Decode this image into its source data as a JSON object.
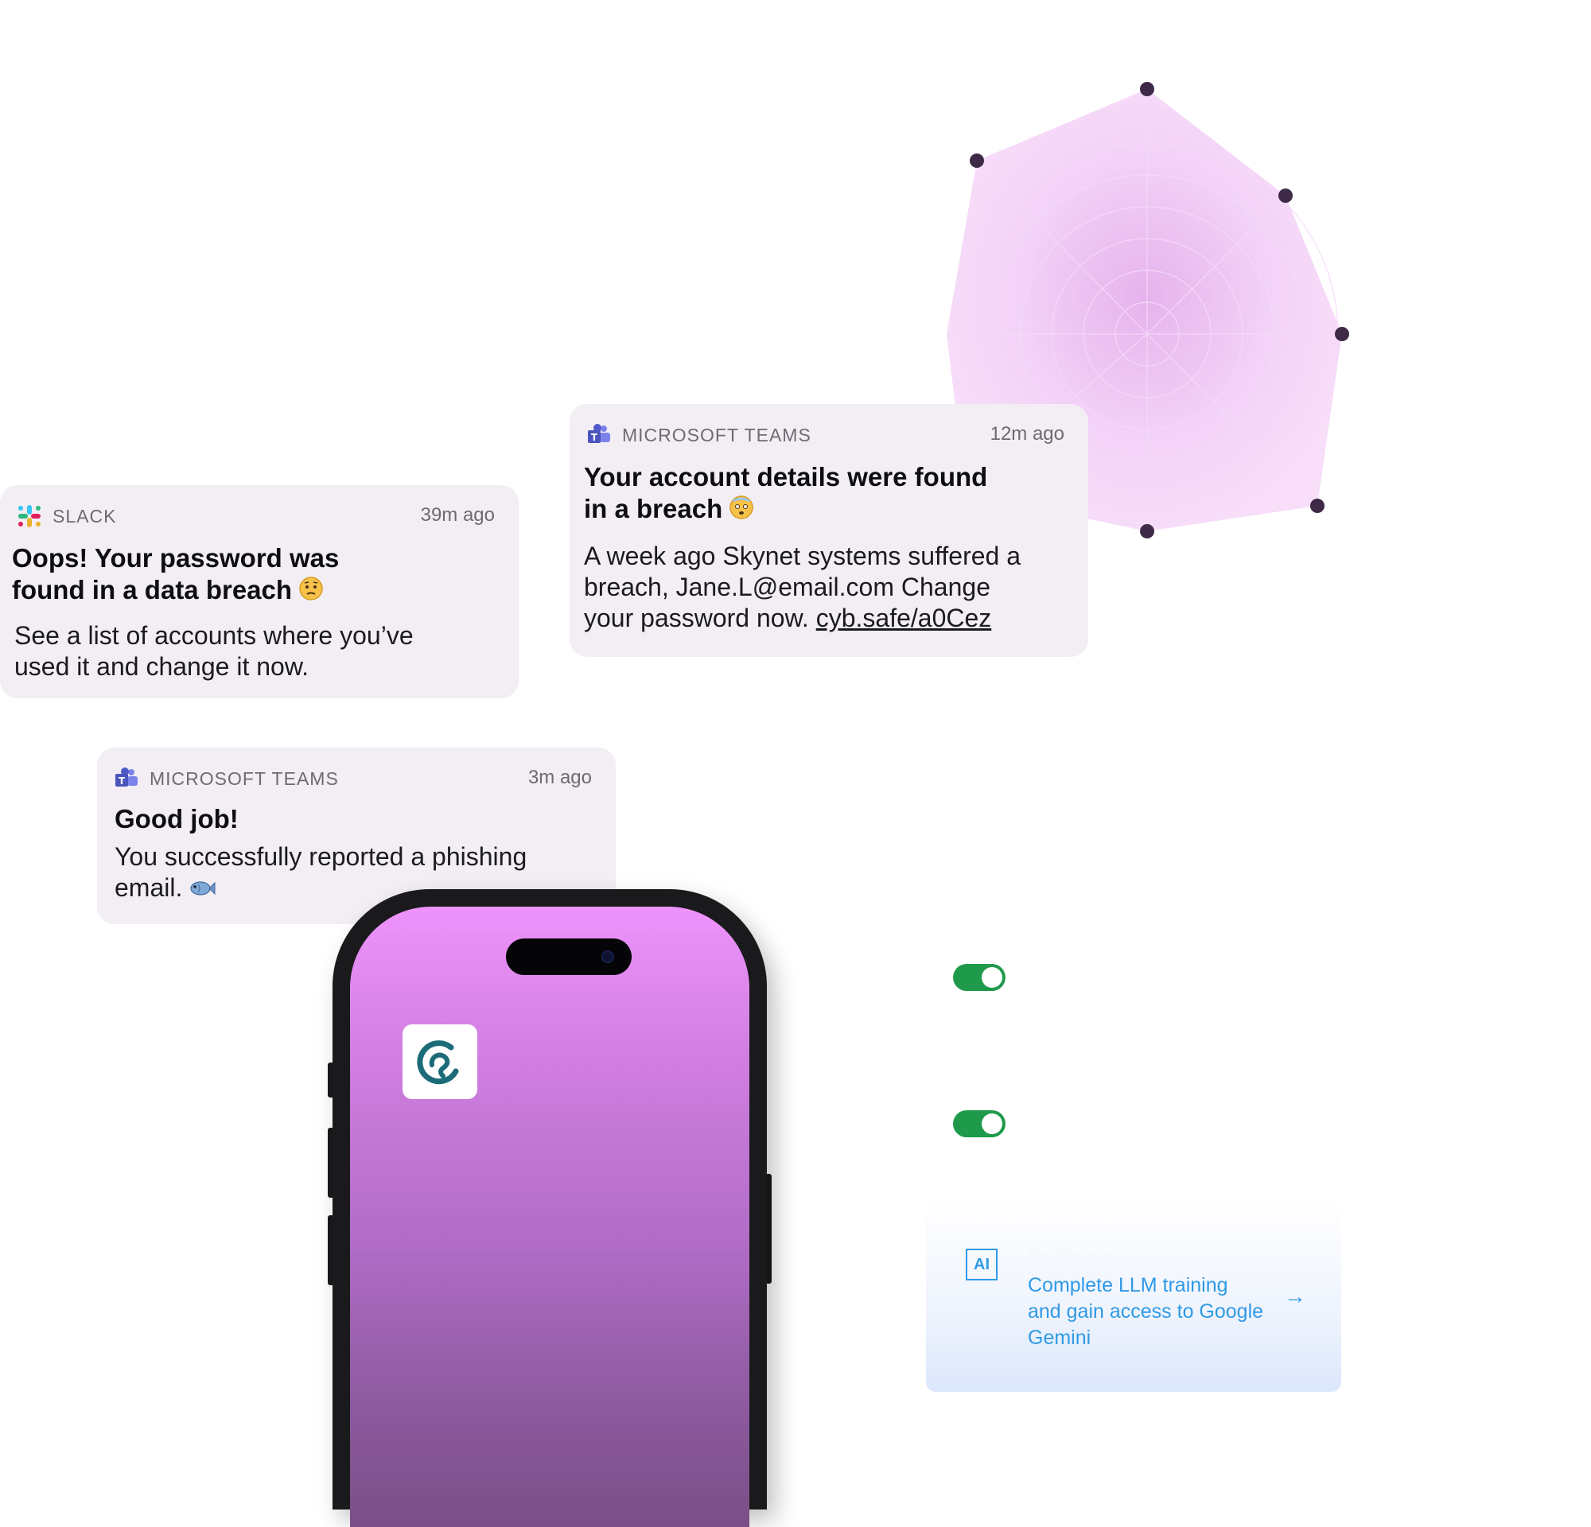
{
  "radar": {
    "fill_color": "#f6d6fb",
    "point_color": "#3e2a47"
  },
  "notifications": [
    {
      "app": "SLACK",
      "time": "39m ago",
      "title_line1": "Oops! Your password was",
      "title_line2": "found in a data breach",
      "body_line1": "See a list of accounts where you’ve",
      "body_line2": "used it and change it now."
    },
    {
      "app": "MICROSOFT TEAMS",
      "time": "12m ago",
      "title_line1": "Your account details were found",
      "title_line2": "in a breach",
      "body_line1": "A week ago Skynet systems suffered a",
      "body_line2": "breach, Jane.L@email.com Change",
      "body_line3_prefix": "your password now. ",
      "body_link": "cyb.safe/a0Cez"
    },
    {
      "app": "MICROSOFT TEAMS",
      "time": "3m ago",
      "title_line1": "Good job!",
      "body_line1": "You successfully reported a phishing",
      "body_line2": "email."
    }
  ],
  "toggles": [
    {
      "state": "on",
      "color": "#1f9a4a"
    },
    {
      "state": "on",
      "color": "#1f9a4a"
    }
  ],
  "ai_card": {
    "badge": "AI",
    "kicker": "Enable goal",
    "text": "Complete LLM training and gain access to Google Gemini",
    "arrow": "→",
    "accent": "#2f9ae5"
  },
  "phone": {
    "screen_top_color": "#ee93fc",
    "screen_bottom_color": "#7a4e86"
  }
}
